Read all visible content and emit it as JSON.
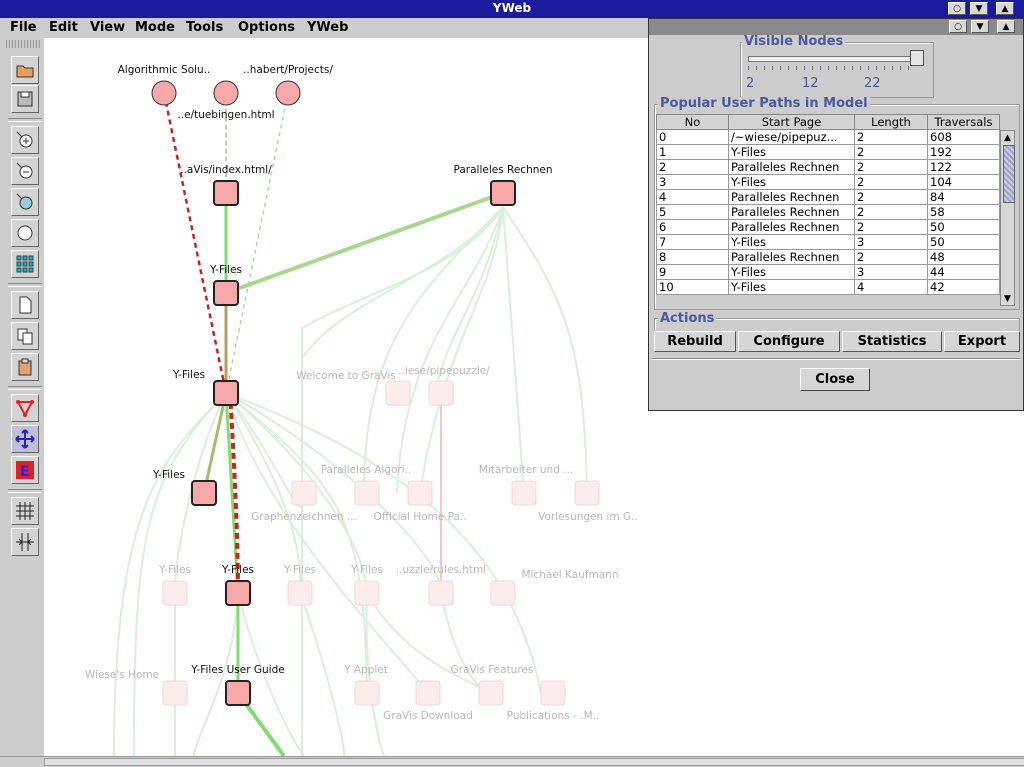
{
  "window": {
    "title": "YWeb"
  },
  "menu": [
    "File",
    "Edit",
    "View",
    "Mode",
    "Tools",
    "Options",
    "YWeb"
  ],
  "toolbar_icons": [
    "open-folder-icon",
    "save-icon",
    "zoom-in-icon",
    "zoom-out-icon",
    "zoom-fit-icon",
    "zoom-area-icon",
    "grid-layout-icon",
    "new-document-icon",
    "copy-document-icon",
    "paste-document-icon",
    "edit-mode-icon",
    "move-mode-icon",
    "hierarchy-mode-icon",
    "grid-icon",
    "snap-lines-icon"
  ],
  "graph": {
    "labels": [
      "Algorithmic Solu..",
      "..habert/Projects/",
      "..e/tuebingen.html",
      "..aVis/index.html/",
      "Paralleles Rechnen",
      "Y-Files",
      "Y-Files",
      "Welcome to GraVis",
      "..iese/pipepuzzle/",
      "Y-Files",
      "Paralleles Algori..",
      "Mitarbeiter und ...",
      "Graphenzeichnen ...",
      "Official Home Pa..",
      "Vorlesungen im G..",
      "Y-Files",
      "Y-Files",
      "Y-Files",
      "Y-Files",
      "..uzzle/rules.html",
      "Michael Kaufmann",
      "Wiese's Home",
      "Y-Files User Guide",
      "Y Applet",
      "GraVis Features",
      "GraVis Download",
      "Publications - .M.."
    ]
  },
  "dialog": {
    "visible_nodes_label": "Visible Nodes",
    "slider_value": 1.0,
    "slider_ticks": [
      "2",
      "12",
      "22"
    ],
    "paths_label": "Popular User Paths in Model",
    "columns": [
      "No",
      "Start Page",
      "Length",
      "Traversals"
    ],
    "rows": [
      [
        "0",
        "/~wiese/pipepuz...",
        "2",
        "608"
      ],
      [
        "1",
        "Y-Files",
        "2",
        "192"
      ],
      [
        "2",
        "Paralleles Rechnen",
        "2",
        "122"
      ],
      [
        "3",
        "Y-Files",
        "2",
        "104"
      ],
      [
        "4",
        "Paralleles Rechnen",
        "2",
        "84"
      ],
      [
        "5",
        "Paralleles Rechnen",
        "2",
        "58"
      ],
      [
        "6",
        "Paralleles Rechnen",
        "2",
        "50"
      ],
      [
        "7",
        "Y-Files",
        "3",
        "50"
      ],
      [
        "8",
        "Paralleles Rechnen",
        "2",
        "48"
      ],
      [
        "9",
        "Y-Files",
        "3",
        "44"
      ],
      [
        "10",
        "Y-Files",
        "4",
        "42"
      ]
    ],
    "actions_label": "Actions",
    "buttons": [
      "Rebuild",
      "Configure",
      "Statistics",
      "Export"
    ],
    "close_label": "Close"
  }
}
